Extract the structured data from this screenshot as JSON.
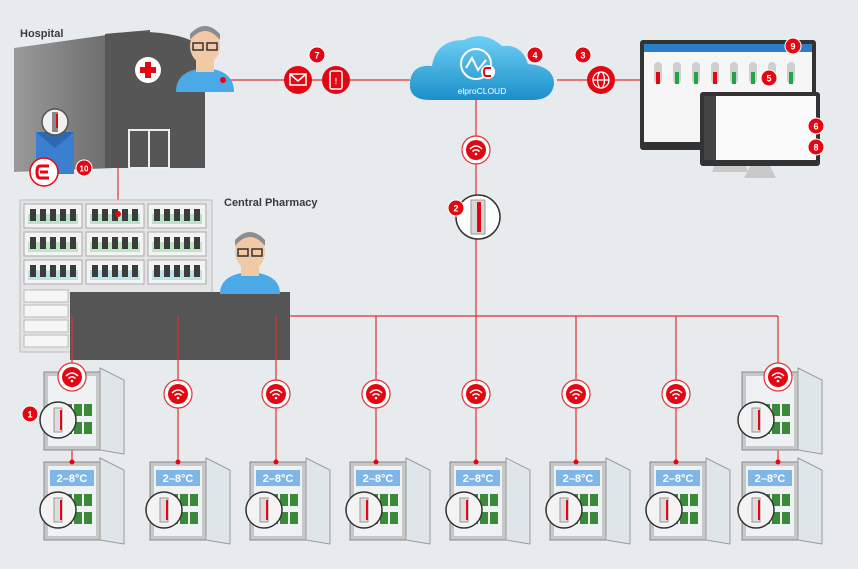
{
  "labels": {
    "hospital": "Hospital",
    "central_pharmacy": "Central Pharmacy",
    "cloud": "elproCLOUD"
  },
  "fridge_temp": "2–8°C",
  "badges": [
    "1",
    "2",
    "3",
    "4",
    "5",
    "6",
    "7",
    "8",
    "9",
    "10"
  ],
  "colors": {
    "accent": "#e30613",
    "line": "#e0312f",
    "cloud": "#2aa7dd",
    "background": "#e8ebee"
  },
  "icons": [
    "wifi-icon",
    "email-icon",
    "mobile-alert-icon",
    "globe-icon",
    "cloud-icon",
    "data-logger-icon",
    "gateway-icon",
    "fridge-icon",
    "monitor-icon"
  ]
}
